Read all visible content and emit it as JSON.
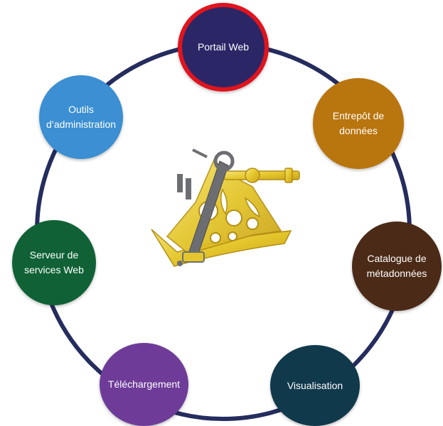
{
  "colors": {
    "ring": "#252c5e",
    "portail": "#2b2766",
    "portail_border": "#e0141e",
    "entrepot": "#b9750e",
    "catalogue": "#4b2a17",
    "visualisation": "#10394b",
    "telechargement": "#6e3c98",
    "serveur": "#106236",
    "outils": "#3b8fd2",
    "sextant_gold": "#e8cf3a",
    "sextant_arm": "#6c6e72"
  },
  "nodes": {
    "portail": {
      "label": "Portail Web"
    },
    "entrepot": {
      "label": "Entrepôt de données"
    },
    "catalogue": {
      "label": "Catalogue de métadonnées"
    },
    "visualisation": {
      "label": "Visualisation"
    },
    "telechargement": {
      "label": "Téléchargement"
    },
    "serveur": {
      "label": "Serveur de services Web"
    },
    "outils": {
      "label": "Outils d’administration"
    }
  },
  "center_image": {
    "icon": "sextant-icon"
  }
}
